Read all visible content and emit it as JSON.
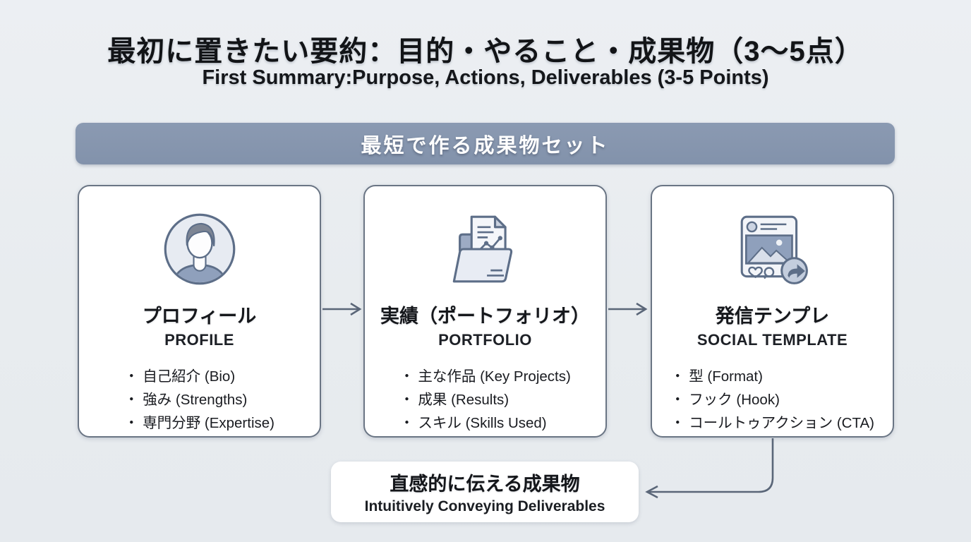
{
  "header": {
    "title_ja": "最初に置きたい要約：目的・やること・成果物（3〜5点）",
    "title_en": "First Summary:Purpose, Actions, Deliverables (3-5 Points)"
  },
  "banner": {
    "label": "最短で作る成果物セット"
  },
  "cards": [
    {
      "icon": "avatar-icon",
      "title_ja": "プロフィール",
      "title_en": "PROFILE",
      "bullets": [
        "自己紹介 (Bio)",
        "強み (Strengths)",
        "専門分野 (Expertise)"
      ]
    },
    {
      "icon": "portfolio-folder-icon",
      "title_ja": "実績（ポートフォリオ）",
      "title_en": "PORTFOLIO",
      "bullets": [
        "主な作品 (Key Projects)",
        "成果 (Results)",
        "スキル (Skills Used)"
      ]
    },
    {
      "icon": "social-post-icon",
      "title_ja": "発信テンプレ",
      "title_en": "SOCIAL TEMPLATE",
      "bullets": [
        "型 (Format)",
        "フック (Hook)",
        "コールトゥアクション (CTA)"
      ]
    }
  ],
  "result_box": {
    "title_ja": "直感的に伝える成果物",
    "title_en": "Intuitively Conveying Deliverables"
  },
  "colors": {
    "background": "#e8ecef",
    "banner_bg": "#8595ae",
    "card_border": "#6a7584",
    "arrow": "#5a6678",
    "icon_stroke": "#5d6e88",
    "icon_fill_light": "#e8ecf4",
    "icon_fill_medium": "#8fa0bc",
    "text": "#1d1f24"
  }
}
